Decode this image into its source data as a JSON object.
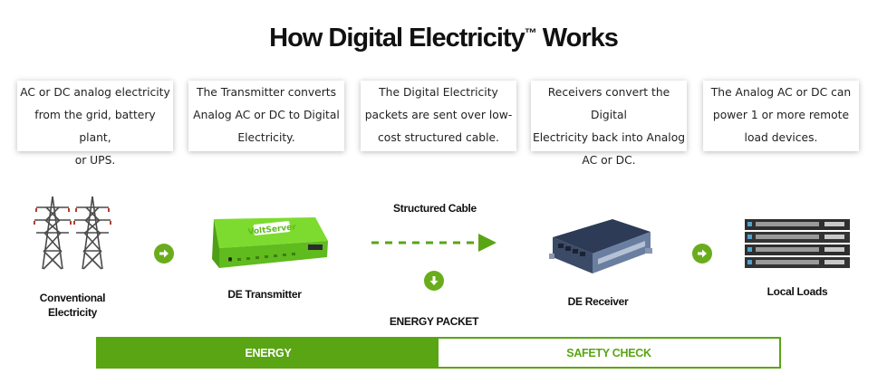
{
  "title": {
    "main": "How Digital Electricity",
    "mark": "™",
    "tail": " Works"
  },
  "steps": [
    {
      "lines": [
        "AC or DC analog electricity",
        "from the grid, battery plant,",
        "or UPS."
      ]
    },
    {
      "lines": [
        "The Transmitter converts",
        "Analog AC or DC to Digital",
        "Electricity."
      ]
    },
    {
      "lines": [
        "The Digital Electricity",
        "packets are sent over low-",
        "cost structured cable."
      ]
    },
    {
      "lines": [
        "Receivers convert the Digital",
        "Electricity back into Analog",
        "AC or DC."
      ]
    },
    {
      "lines": [
        "The Analog AC or DC can",
        "power 1 or more remote",
        "load devices."
      ]
    }
  ],
  "labels": {
    "conventional_1": "Conventional",
    "conventional_2": "Electricity",
    "transmitter": "DE Transmitter",
    "cable": "Structured Cable",
    "packet": "ENERGY PACKET",
    "receiver": "DE Receiver",
    "loads": "Local Loads"
  },
  "bar": {
    "left": "ENERGY",
    "right": "SAFETY CHECK"
  },
  "colors": {
    "accent": "#5aa513",
    "arrow": "#6aad1c"
  },
  "icons": [
    "transmission-tower-icon",
    "arrow-right-circle-icon",
    "transmitter-device",
    "dashed-arrow",
    "arrow-down-circle-icon",
    "receiver-device",
    "network-switch-stack"
  ]
}
